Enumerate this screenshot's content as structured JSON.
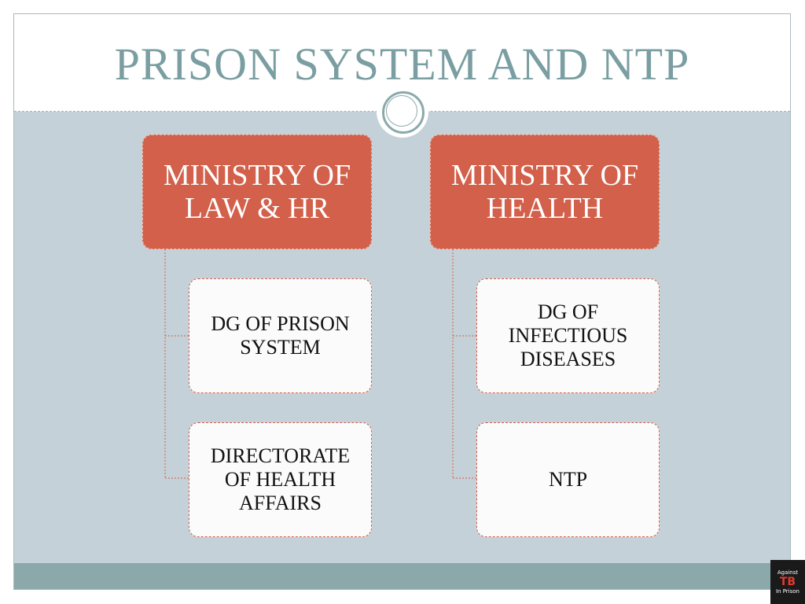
{
  "title": "PRISON SYSTEM AND NTP",
  "diagram": {
    "branches": [
      {
        "head": "MINISTRY OF\nLAW & HR",
        "children": [
          "DG OF PRISON\nSYSTEM",
          "DIRECTORATE\nOF HEALTH\nAFFAIRS"
        ]
      },
      {
        "head": "MINISTRY OF\nHEALTH",
        "children": [
          "DG OF\nINFECTIOUS\nDISEASES",
          "NTP"
        ]
      }
    ]
  },
  "logo": {
    "top_text": "Against",
    "main_text": "TB",
    "bottom_text": "In Prison"
  },
  "colors": {
    "title": "#7a9ea1",
    "head_fill": "#d2604a",
    "content_bg": "#c5d1d8",
    "footer": "#8ba9ab"
  }
}
